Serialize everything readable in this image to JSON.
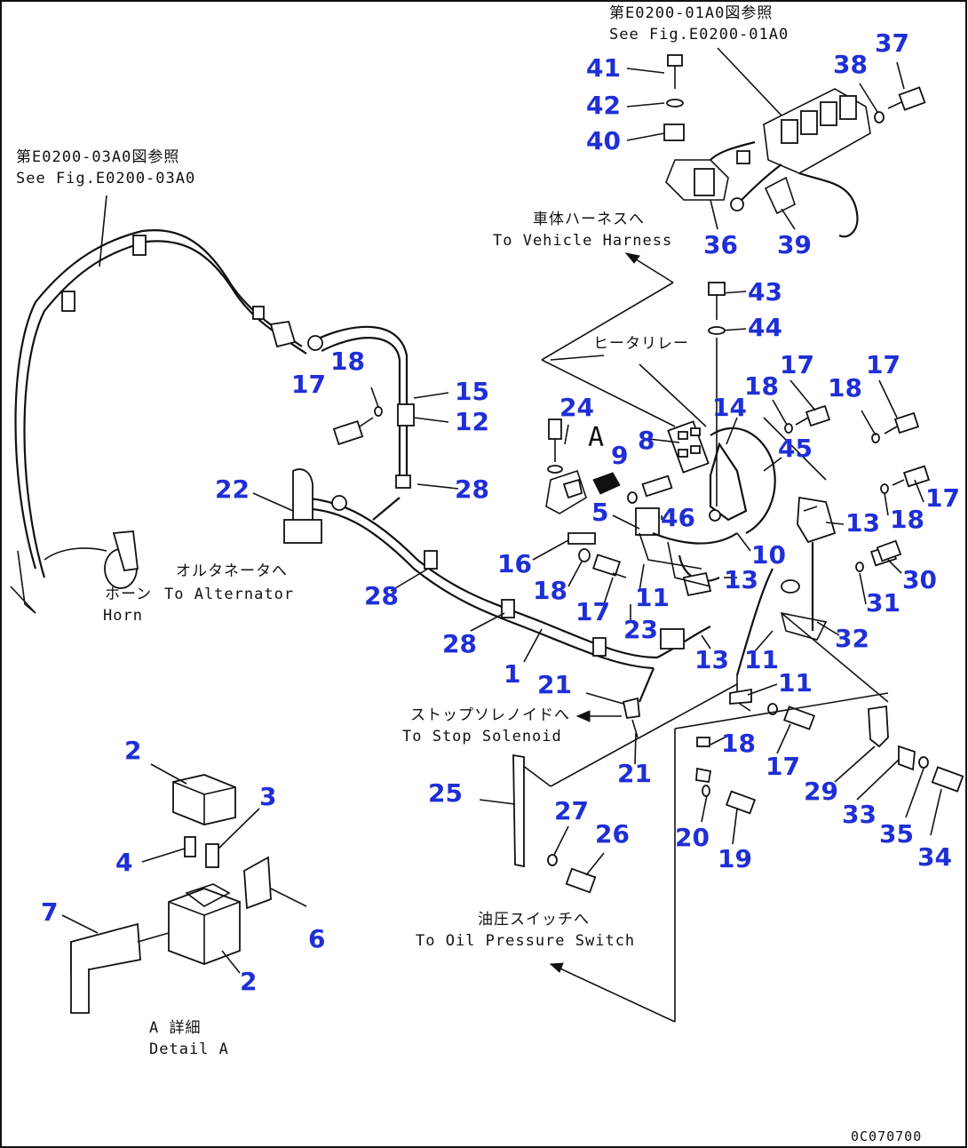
{
  "notes": {
    "fig_e0200_01a0_jp": "第E0200-01A0図参照",
    "fig_e0200_01a0_en": "See Fig.E0200-01A0",
    "fig_e0200_03a0_jp": "第E0200-03A0図参照",
    "fig_e0200_03a0_en": "See Fig.E0200-03A0",
    "vehicle_harness_jp": "車体ハーネスへ",
    "vehicle_harness_en": "To Vehicle Harness",
    "heater_relay_jp": "ヒータリレー",
    "alternator_jp": "オルタネータへ",
    "horn_jp": "ホーン",
    "alternator_en": "To Alternator",
    "horn_en": "Horn",
    "stop_solenoid_jp": "ストップソレノイドへ",
    "stop_solenoid_en": "To Stop Solenoid",
    "oil_pressure_jp": "油圧スイッチへ",
    "oil_pressure_en": "To Oil Pressure Switch",
    "detail_a_jp": "A 詳細",
    "detail_a_en": "Detail A",
    "marker_a": "A",
    "drawing_code": "0C070700"
  },
  "callouts": {
    "c41": "41",
    "c42": "42",
    "c40": "40",
    "c37": "37",
    "c38": "38",
    "c36": "36",
    "c39": "39",
    "c43": "43",
    "c44": "44",
    "c17a": "17",
    "c18a": "18",
    "c15": "15",
    "c12": "12",
    "c24": "24",
    "c8": "8",
    "c14": "14",
    "c18b": "18",
    "c17b": "17",
    "c18c": "18",
    "c17c": "17",
    "c9": "9",
    "c45": "45",
    "c22": "22",
    "c28a": "28",
    "c5": "5",
    "c46": "46",
    "c13a": "13",
    "c18d": "18",
    "c17d": "17",
    "c16": "16",
    "c10": "10",
    "c18e": "18",
    "c13b": "13",
    "c30": "30",
    "c28b": "28",
    "c11a": "11",
    "c17e": "17",
    "c23": "23",
    "c31": "31",
    "c32": "32",
    "c28c": "28",
    "c13c": "13",
    "c11b": "11",
    "c1": "1",
    "c21a": "21",
    "c11c": "11",
    "c2a": "2",
    "c18f": "18",
    "c17f": "17",
    "c21b": "21",
    "c3": "3",
    "c25": "25",
    "c29": "29",
    "c27": "27",
    "c33": "33",
    "c35": "35",
    "c26": "26",
    "c20": "20",
    "c4": "4",
    "c19": "19",
    "c34": "34",
    "c7": "7",
    "c6": "6",
    "c2b": "2"
  },
  "colors": {
    "callout": "#1f2fd6",
    "line": "#111111"
  }
}
